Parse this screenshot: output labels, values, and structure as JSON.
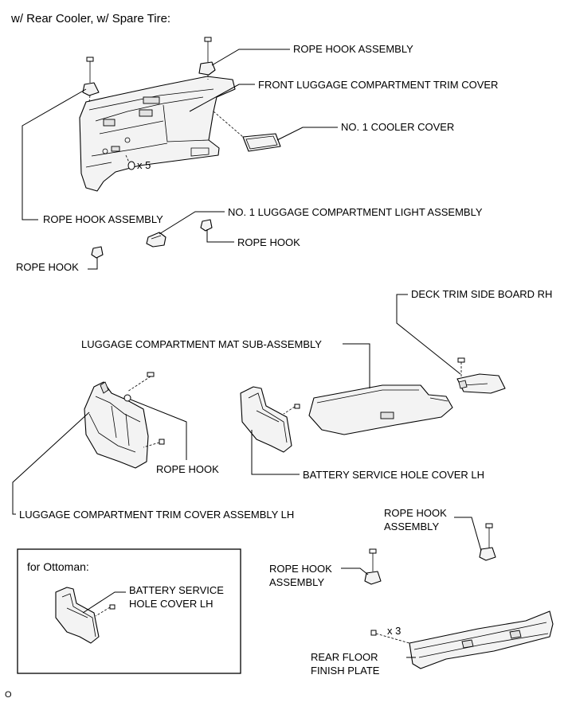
{
  "header": "w/ Rear Cooler, w/ Spare Tire:",
  "labels": {
    "rope_hook_assembly_top": "ROPE HOOK ASSEMBLY",
    "front_trim_cover": "FRONT LUGGAGE COMPARTMENT TRIM COVER",
    "cooler_cover": "NO. 1 COOLER COVER",
    "clip_qty_5": "x 5",
    "rope_hook_assembly_left": "ROPE HOOK ASSEMBLY",
    "light_assembly": "NO. 1 LUGGAGE COMPARTMENT LIGHT ASSEMBLY",
    "rope_hook_mid": "ROPE HOOK",
    "rope_hook_left": "ROPE HOOK",
    "deck_trim_side_board": "DECK TRIM SIDE BOARD RH",
    "mat_sub_assembly": "LUGGAGE COMPARTMENT MAT SUB-ASSEMBLY",
    "rope_hook_lower": "ROPE HOOK",
    "battery_cover_lh": "BATTERY SERVICE HOLE COVER LH",
    "trim_cover_assembly_lh": "LUGGAGE COMPARTMENT TRIM COVER ASSEMBLY LH",
    "rope_hook_assy_right_1": "ROPE HOOK",
    "rope_hook_assy_right_2": "ASSEMBLY",
    "rope_hook_assy_mid_1": "ROPE HOOK",
    "rope_hook_assy_mid_2": "ASSEMBLY",
    "bolt_qty_3": "x 3",
    "rear_floor_1": "REAR FLOOR",
    "rear_floor_2": "FINISH PLATE"
  },
  "ottoman": {
    "title": "for Ottoman:",
    "label_1": "BATTERY SERVICE",
    "label_2": "HOLE COVER LH"
  },
  "figure_code": "O"
}
